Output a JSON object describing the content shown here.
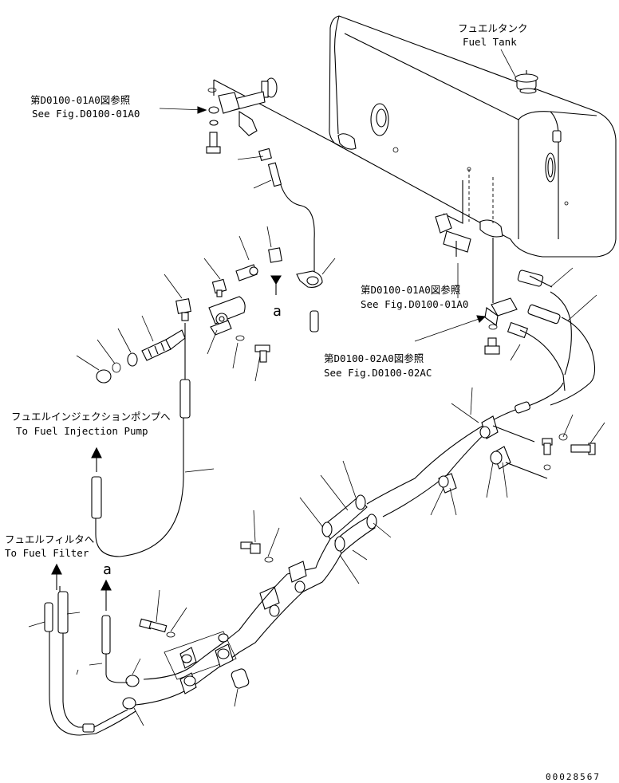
{
  "labels": {
    "fuel_tank_jp": "フュエルタンク",
    "fuel_tank_en": "Fuel Tank",
    "ref1_jp": "第D0100-01A0図参照",
    "ref1_en": "See Fig.D0100-01A0",
    "ref2_jp": "第D0100-01A0図参照",
    "ref2_en": "See Fig.D0100-01A0",
    "ref3_jp": "第D0100-02A0図参照",
    "ref3_en": "See Fig.D0100-02AC",
    "pump_jp": "フュエルインジェクションポンプへ",
    "pump_en": "To Fuel Injection Pump",
    "filter_jp": "フュエルフィルタへ",
    "filter_en": "To Fuel Filter",
    "marker_a_upper": "a",
    "marker_a_lower": "a",
    "drawing_number": "00028567"
  }
}
